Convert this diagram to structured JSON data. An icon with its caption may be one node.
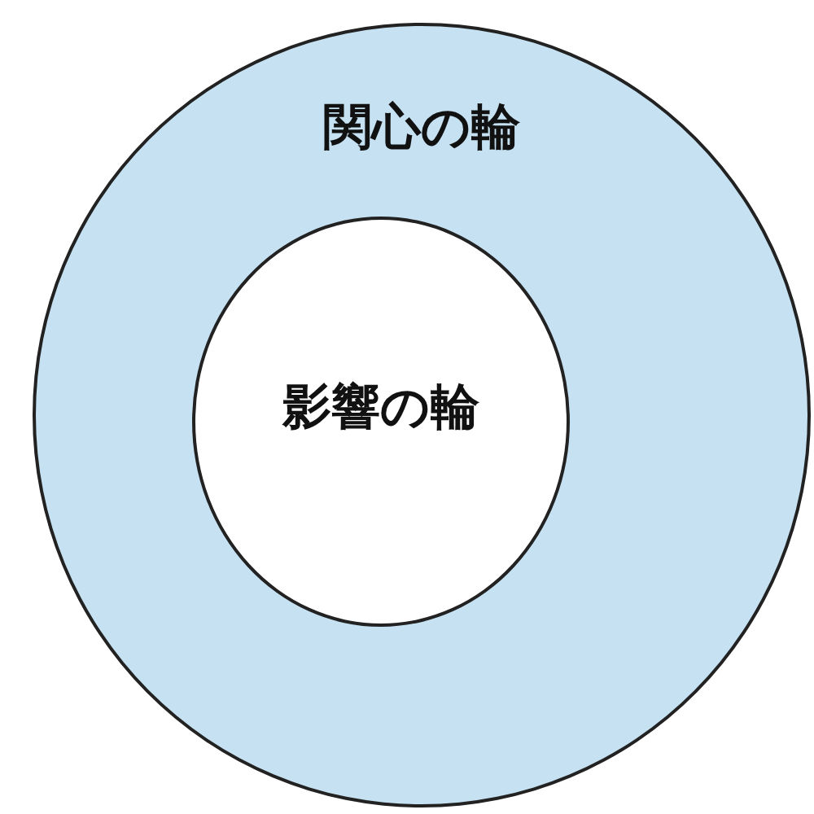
{
  "diagram": {
    "nodes": [
      {
        "text": [
          "関心の輪"
        ]
      },
      {
        "text": [
          "影響の輪"
        ],
        "in": 0
      }
    ]
  }
}
